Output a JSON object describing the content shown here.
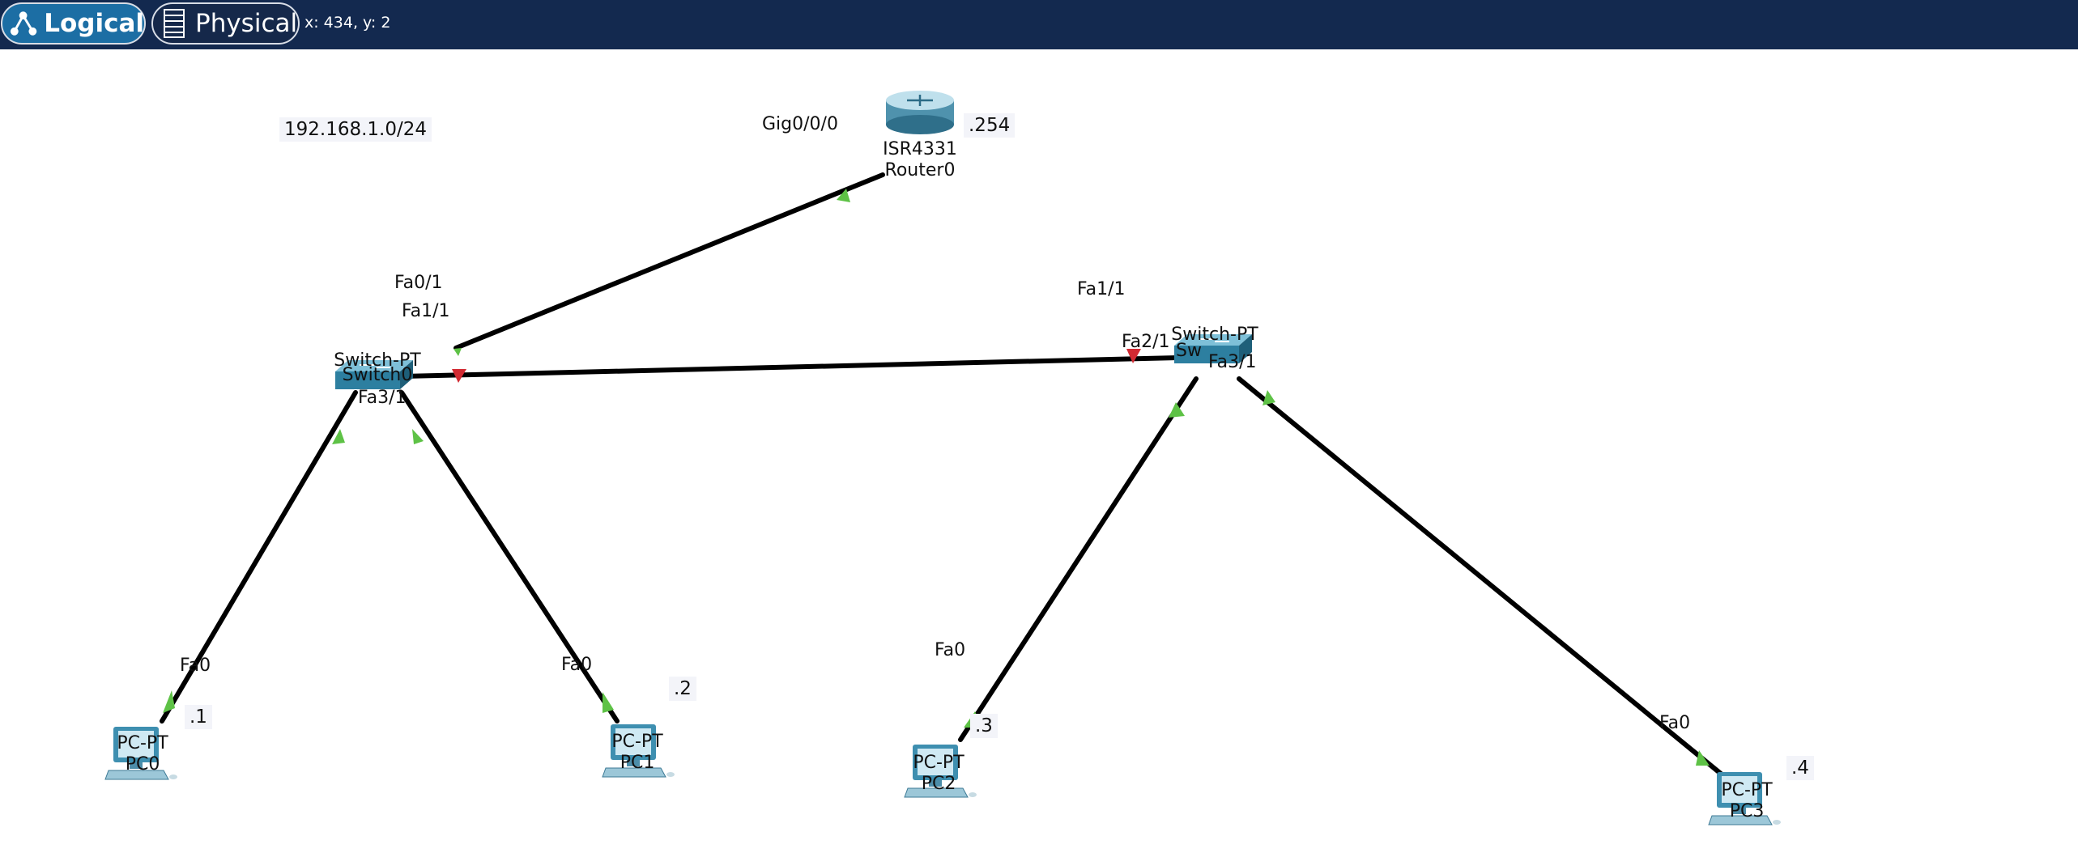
{
  "toolbar": {
    "tabs": [
      {
        "label": "Logical",
        "icon": "network-icon",
        "active": true
      },
      {
        "label": "Physical",
        "icon": "rack-icon",
        "active": false
      }
    ],
    "cursor_readout": "x: 434, y: 2"
  },
  "colors": {
    "toolbar_bg": "#13294f",
    "active_tab": "#1c6ea4",
    "link_up": "#5ec246",
    "link_down": "#d22a32"
  },
  "topology": {
    "subnet_note": "192.168.1.0/24",
    "devices": {
      "router0": {
        "model": "ISR4331",
        "name": "Router0",
        "ip": ".254",
        "icon": "router-icon"
      },
      "switch0": {
        "model": "Switch-PT",
        "name": "Switch0",
        "icon": "switch-icon"
      },
      "switch1": {
        "model": "Switch-PT",
        "name": "Sw",
        "icon": "switch-icon"
      },
      "pc0": {
        "model": "PC-PT",
        "name": "PC0",
        "ip": ".1",
        "icon": "pc-icon"
      },
      "pc1": {
        "model": "PC-PT",
        "name": "PC1",
        "ip": ".2",
        "icon": "pc-icon"
      },
      "pc2": {
        "model": "PC-PT",
        "name": "PC2",
        "ip": ".3",
        "icon": "pc-icon"
      },
      "pc3": {
        "model": "PC-PT",
        "name": "PC3",
        "ip": ".4",
        "icon": "pc-icon"
      }
    },
    "ports": {
      "router_gig": "Gig0/0/0",
      "sw0_fa01": "Fa0/1",
      "sw0_fa11": "Fa1/1",
      "sw0_fa31": "Fa3/1",
      "sw1_fa11": "Fa1/1",
      "sw1_fa21": "Fa2/1",
      "sw1_fa31": "Fa3/1",
      "pc0_fa0": "Fa0",
      "pc1_fa0": "Fa0",
      "pc2_fa0": "Fa0",
      "pc3_fa0": "Fa0"
    },
    "links": [
      {
        "from": "Router0 Gig0/0/0",
        "to": "Switch0 Fa0/1",
        "status": "up"
      },
      {
        "from": "Switch0 Fa1/1",
        "to": "Switch1 Fa1/1",
        "status": "down"
      },
      {
        "from": "Switch0",
        "to": "PC0 Fa0",
        "status": "up"
      },
      {
        "from": "Switch0 Fa3/1",
        "to": "PC1 Fa0",
        "status": "up"
      },
      {
        "from": "Switch1 Fa2/1",
        "to": "PC2 Fa0",
        "status": "up"
      },
      {
        "from": "Switch1 Fa3/1",
        "to": "PC3 Fa0",
        "status": "up"
      }
    ]
  }
}
